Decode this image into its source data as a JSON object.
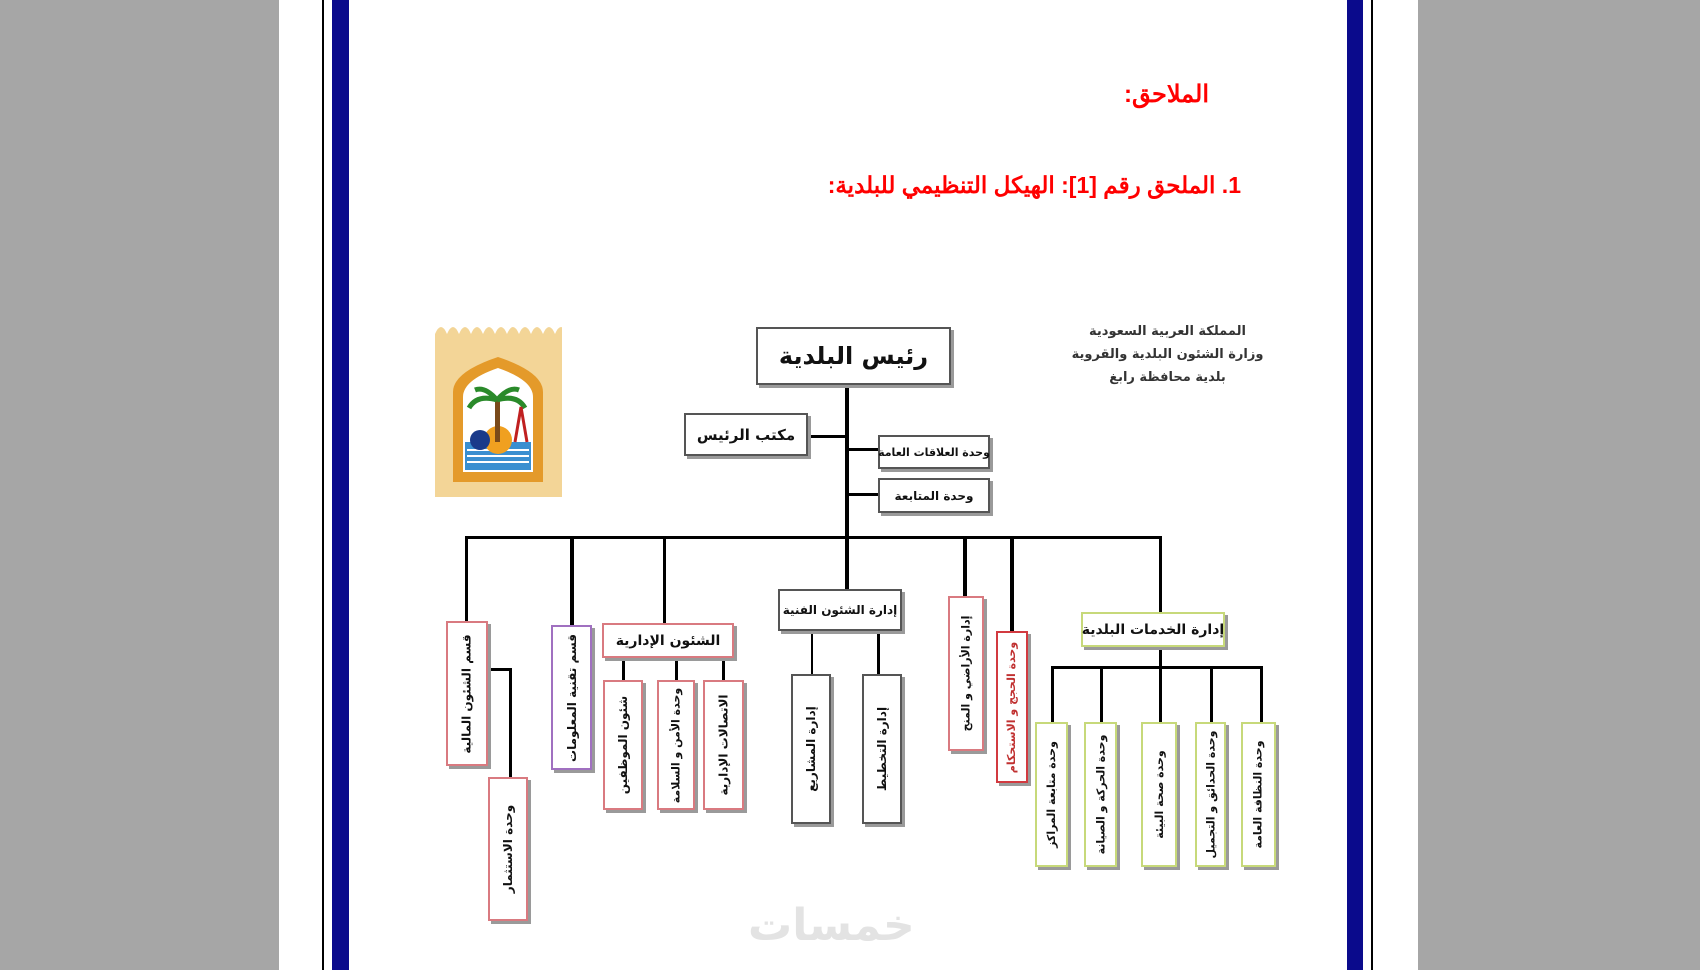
{
  "heading": "الملاحق:",
  "subheading": "1. الملحق رقم [1]: الهيكل التنظيمي للبلدية:",
  "ministry": [
    "المملكة العربية السعودية",
    "وزارة الشئون البلدية والقروية",
    "بلدية محافظة رابغ"
  ],
  "chart": {
    "head": "رئيس البلدية",
    "office": "مكتب الرئيس",
    "pr_unit": "وحدة العلاقات العامة",
    "followup_unit": "وحدة المتابعة",
    "finance": "قسم الشئون المالية",
    "investment": "وحدة الاستثمار",
    "it": "قسم تقنية المعلومات",
    "admin": "الشئون الإدارية",
    "admin_children": [
      "شئون الموظفين",
      "وحدة الأمن و السلامة",
      "الاتصالات الإدارية"
    ],
    "technical": "إدارة الشئون الفنية",
    "technical_children": [
      "إدارة المشاريع",
      "إدارة التخطيط"
    ],
    "lands": "إدارة الأراضي و المنح",
    "deeds": "وحدة الحجج و الاستحكام",
    "services": "إدارة الخدمات البلدية",
    "services_children": [
      "وحدة متابعة المراكز",
      "وحدة الحركة و الصيانة",
      "وحدة صحة البيئة",
      "وحدة الحدائق و التجميل",
      "وحدة النظافة العامة"
    ]
  },
  "watermark": "خمسات"
}
